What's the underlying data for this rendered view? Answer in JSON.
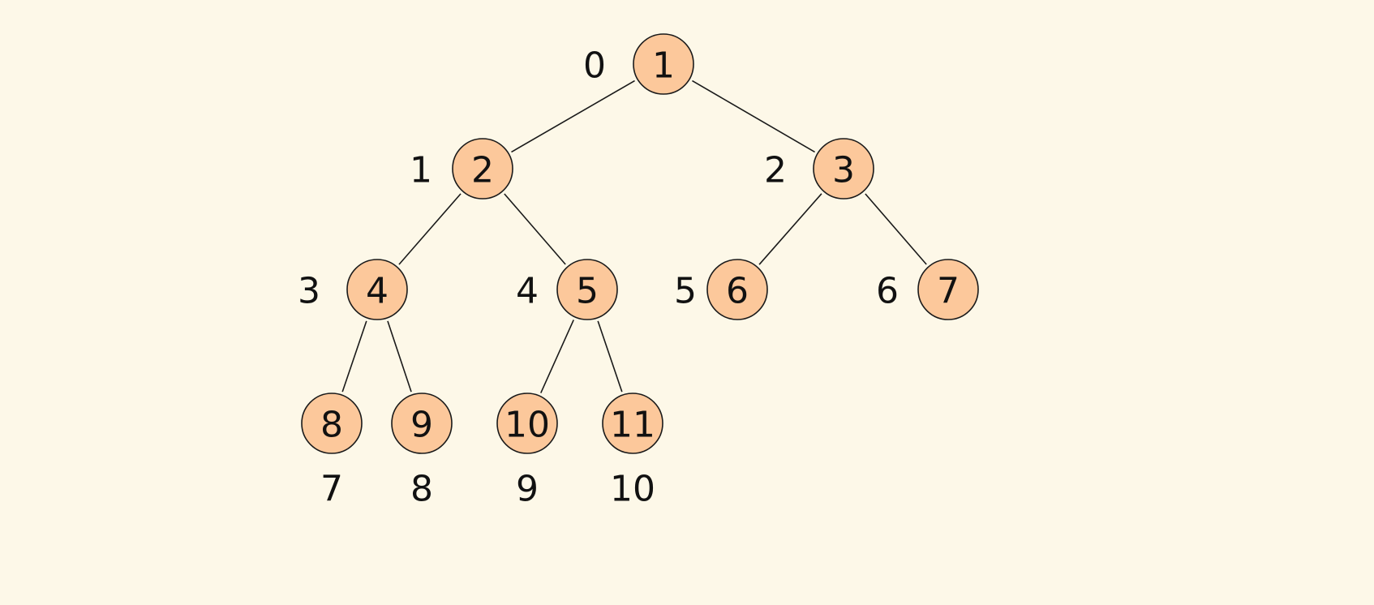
{
  "diagram": {
    "colors": {
      "background": "#fdf8e8",
      "node_fill": "#fcc89b",
      "stroke": "#1a1a1a",
      "text": "#111111"
    },
    "nodes": [
      {
        "value": "1",
        "index": "0"
      },
      {
        "value": "2",
        "index": "1"
      },
      {
        "value": "3",
        "index": "2"
      },
      {
        "value": "4",
        "index": "3"
      },
      {
        "value": "5",
        "index": "4"
      },
      {
        "value": "6",
        "index": "5"
      },
      {
        "value": "7",
        "index": "6"
      },
      {
        "value": "8",
        "index": "7"
      },
      {
        "value": "9",
        "index": "8"
      },
      {
        "value": "10",
        "index": "9"
      },
      {
        "value": "11",
        "index": "10"
      }
    ],
    "edges": [
      [
        "1",
        "2"
      ],
      [
        "1",
        "3"
      ],
      [
        "2",
        "4"
      ],
      [
        "2",
        "5"
      ],
      [
        "3",
        "6"
      ],
      [
        "3",
        "7"
      ],
      [
        "4",
        "8"
      ],
      [
        "4",
        "9"
      ],
      [
        "5",
        "10"
      ],
      [
        "5",
        "11"
      ]
    ]
  }
}
